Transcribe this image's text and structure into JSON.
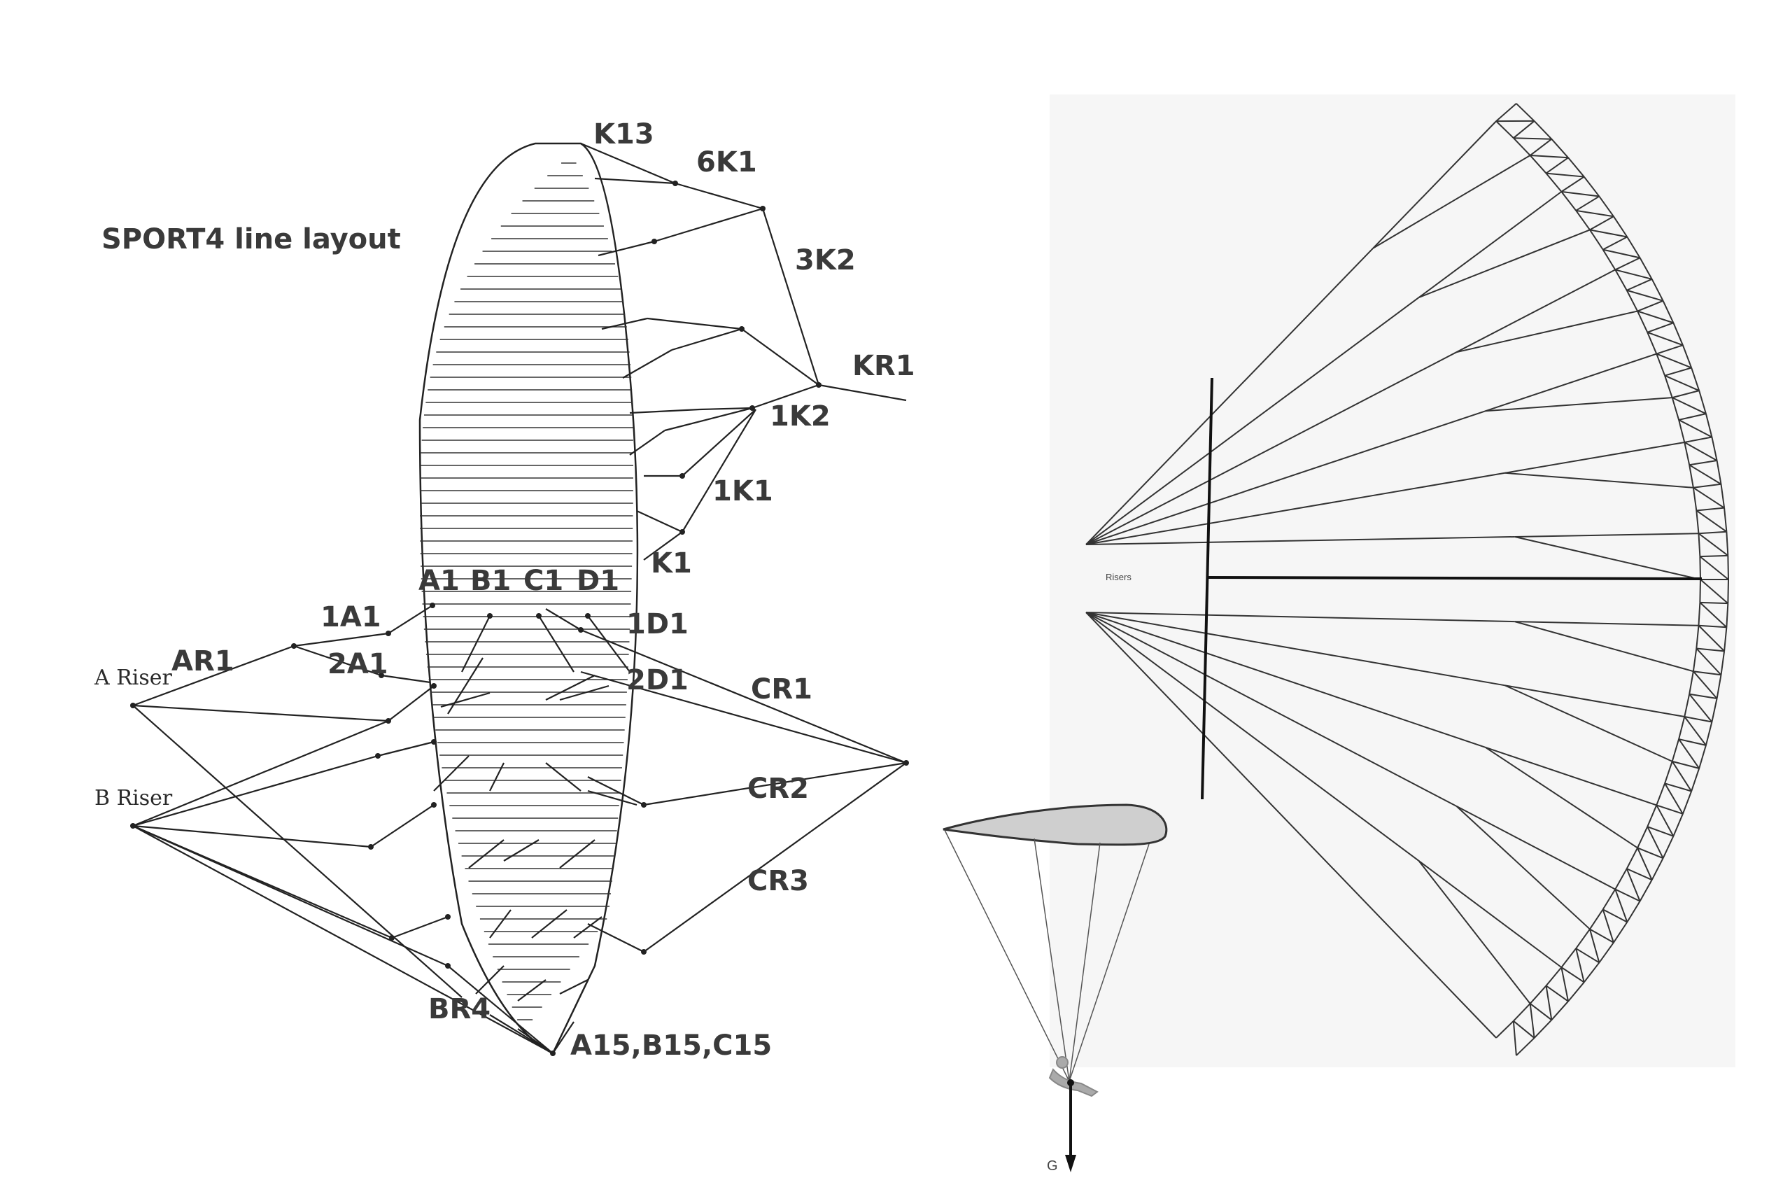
{
  "left_diagram": {
    "title": "SPORT4 line layout",
    "labels": {
      "k13": "K13",
      "k6k1": "6K1",
      "k3k2": "3K2",
      "kr1": "KR1",
      "k1k2": "1K2",
      "k1k1": "1K1",
      "k1": "K1",
      "a1": "A1",
      "b1": "B1",
      "c1": "C1",
      "d1": "D1",
      "a1a1": "1A1",
      "ar1": "AR1",
      "a2a1": "2A1",
      "d1d1": "1D1",
      "d2d1": "2D1",
      "cr1": "CR1",
      "cr2": "CR2",
      "cr3": "CR3",
      "br4": "BR4",
      "bottom": "A15,B15,C15",
      "a_riser": "A Riser",
      "b_riser": "B Riser"
    }
  },
  "middle_diagram": {
    "g_label": "G"
  },
  "right_diagram": {
    "risers_label": "Risers"
  },
  "colors": {
    "ink": "#222222",
    "label": "#3a3a3a",
    "wing_fill": "#cfcfcf",
    "right_bg": "#f6f6f6"
  }
}
